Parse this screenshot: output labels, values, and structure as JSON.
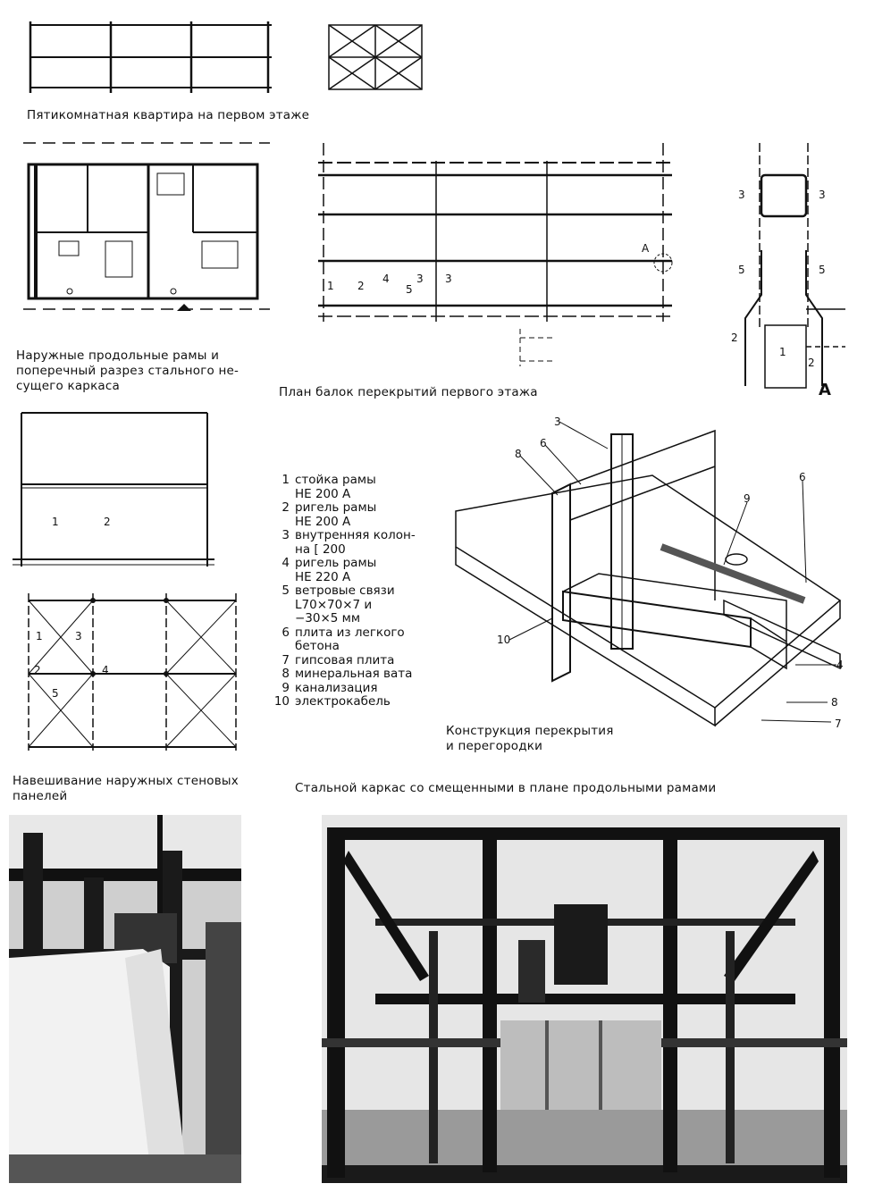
{
  "captions": {
    "apartment": "Пятикомнатная квартира на первом этаже",
    "frames": "Наружные продольные рамы и\nпоперечный разрез стального не-\nсущего каркаса",
    "beam_plan": "План балок перекрытий первого этажа",
    "panels": "Навешивание наружных стеновых\nпанелей",
    "construction": "Конструкция перекрытия\nи перегородки",
    "steel_frame": "Стальной каркас со смещенными в плане продольными рамами"
  },
  "legend": [
    {
      "num": "1",
      "text": "стойка рамы\nHE 200 A"
    },
    {
      "num": "2",
      "text": "ригель рамы\nHE 200 A"
    },
    {
      "num": "3",
      "text": "внутренняя колон-\nна [ 200"
    },
    {
      "num": "4",
      "text": "ригель рамы\nHE 220 A"
    },
    {
      "num": "5",
      "text": "ветровые связи\nL70×70×7 и\n−30×5 мм"
    },
    {
      "num": "6",
      "text": "плита из легкого\nбетона"
    },
    {
      "num": "7",
      "text": "гипсовая плита"
    },
    {
      "num": "8",
      "text": "минеральная вата"
    },
    {
      "num": "9",
      "text": "канализация"
    },
    {
      "num": "10",
      "text": "электрокабель"
    }
  ],
  "beam_plan_labels": [
    "1",
    "2",
    "4",
    "5",
    "3",
    "3",
    "A"
  ],
  "detail_labels": [
    "3",
    "3",
    "5",
    "5",
    "2",
    "1",
    "2",
    "A"
  ],
  "section_labels": [
    "1",
    "2"
  ],
  "bracing_labels": [
    "1",
    "3",
    "2",
    "4",
    "5"
  ],
  "iso_labels": [
    "3",
    "6",
    "8",
    "9",
    "6",
    "10",
    "4",
    "8",
    "7"
  ]
}
